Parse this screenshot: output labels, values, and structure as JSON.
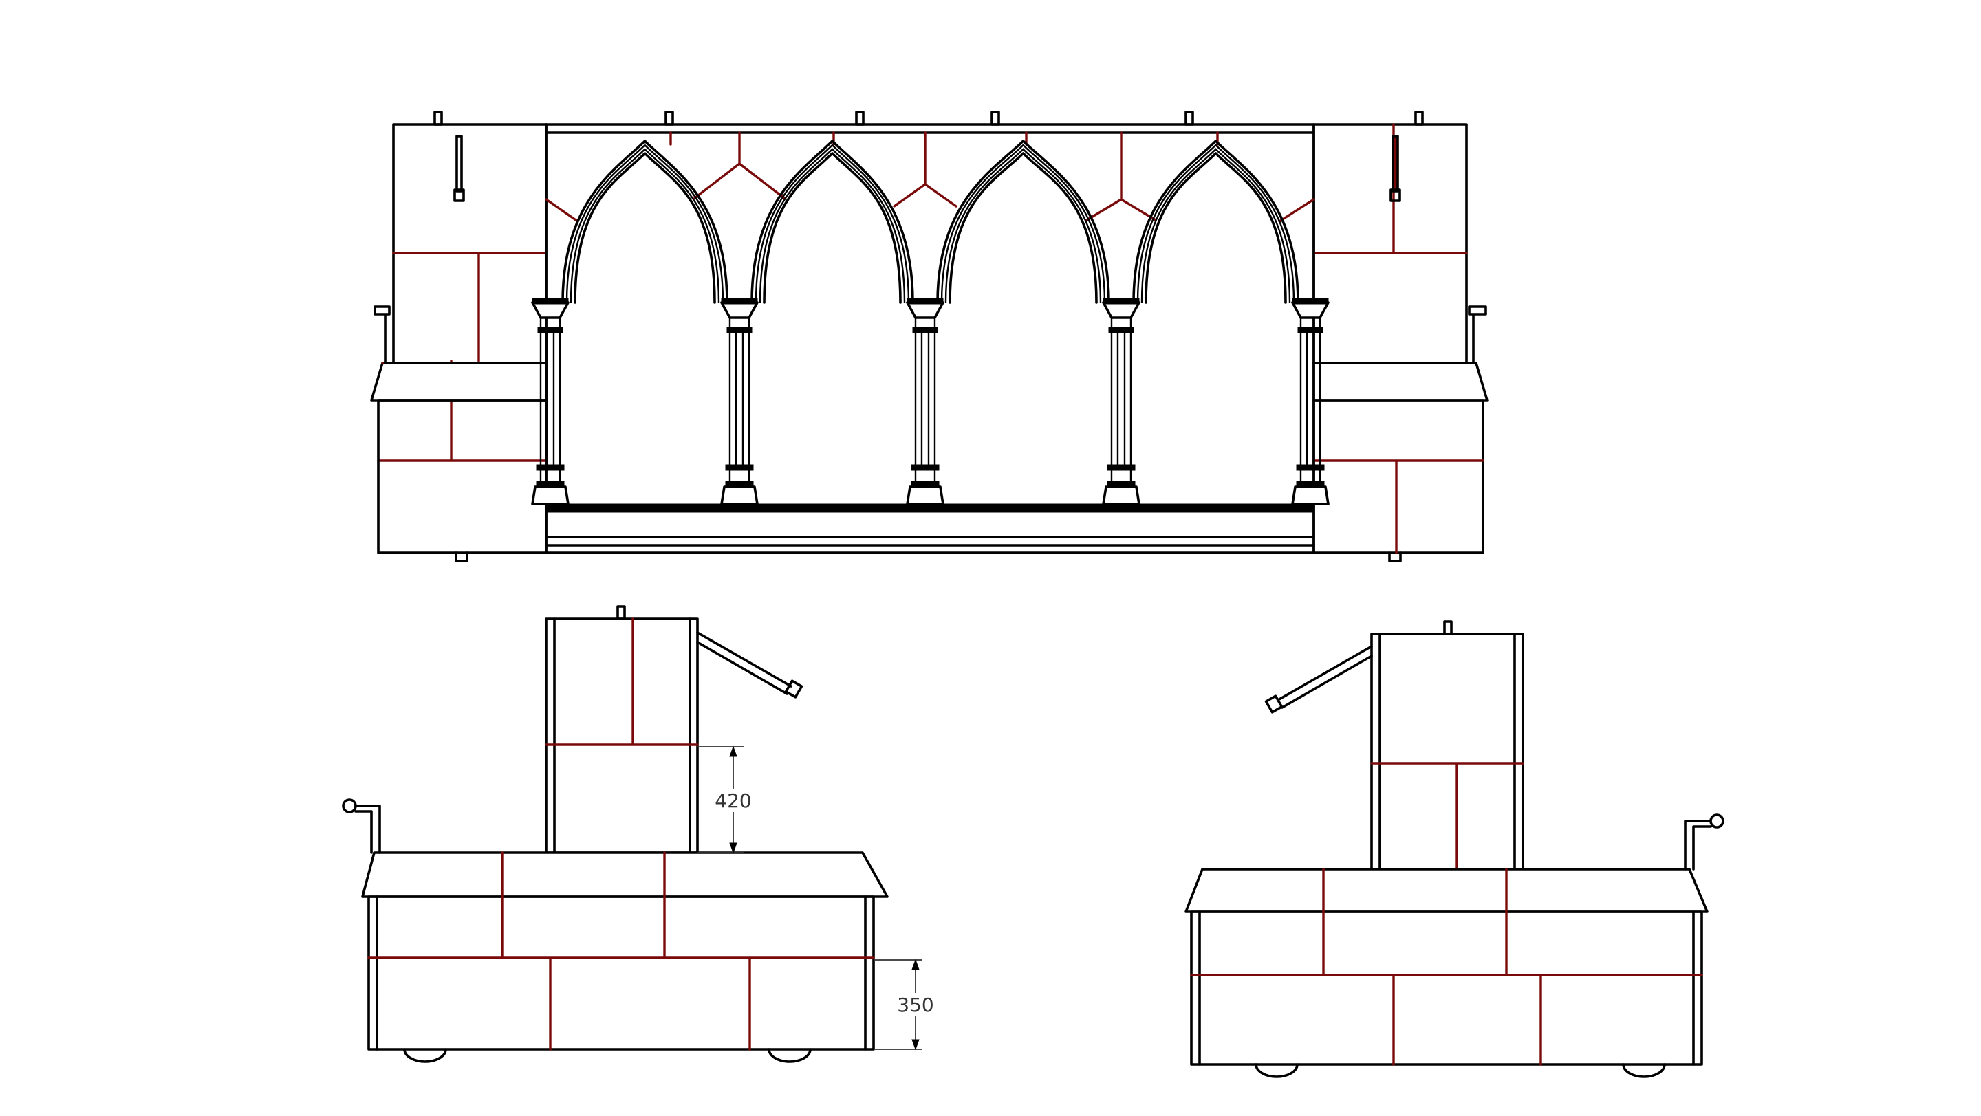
{
  "drawing": {
    "views": [
      "front-elevation",
      "left-side-elevation",
      "right-side-elevation"
    ],
    "colors": {
      "outline": "#000000",
      "stone_joints": "#7a0a0a",
      "dimension": "#333333"
    },
    "front_elevation": {
      "arch_count": 4,
      "column_count": 5,
      "arch_style": "gothic pointed"
    },
    "dimensions": {
      "tower_height_label": "420",
      "base_height_label": "350"
    }
  }
}
